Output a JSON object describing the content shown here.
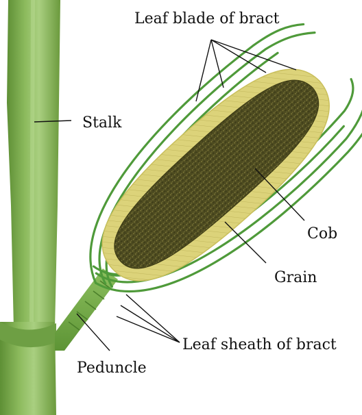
{
  "labels": {
    "leaf_blade": "Leaf blade of bract",
    "stalk": "Stalk",
    "cob": "Cob",
    "grain": "Grain",
    "leaf_sheath": "Leaf sheath of bract",
    "peduncle": "Peduncle"
  },
  "colors": {
    "stalk": "#7aa84a",
    "stalk_light": "#a3c97a",
    "bract": "#4f9a3a",
    "grain": "#dcd37a",
    "cob": "#4a4a1e",
    "leader": "#111111"
  }
}
